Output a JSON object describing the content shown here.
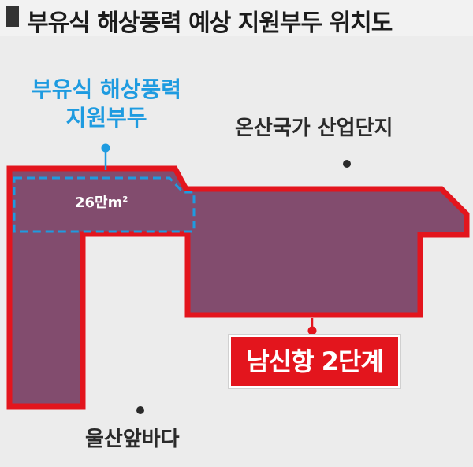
{
  "title": "부유식 해상풍력 예상 지원부두 위치도",
  "map": {
    "support_pier_label_line1": "부유식 해상풍력",
    "support_pier_label_line2": "지원부두",
    "area_value": "26만m",
    "area_unit_sup": "2",
    "industrial_complex_label": "온산국가 산업단지",
    "phase2_label": "남신항 2단계",
    "sea_label": "울산앞바다"
  },
  "colors": {
    "pier_fill": "#824c6e",
    "boundary_red": "#e3151d",
    "highlight_blue": "#1e9be0",
    "land": "#ececec",
    "label_dark": "#2a2a2a"
  }
}
